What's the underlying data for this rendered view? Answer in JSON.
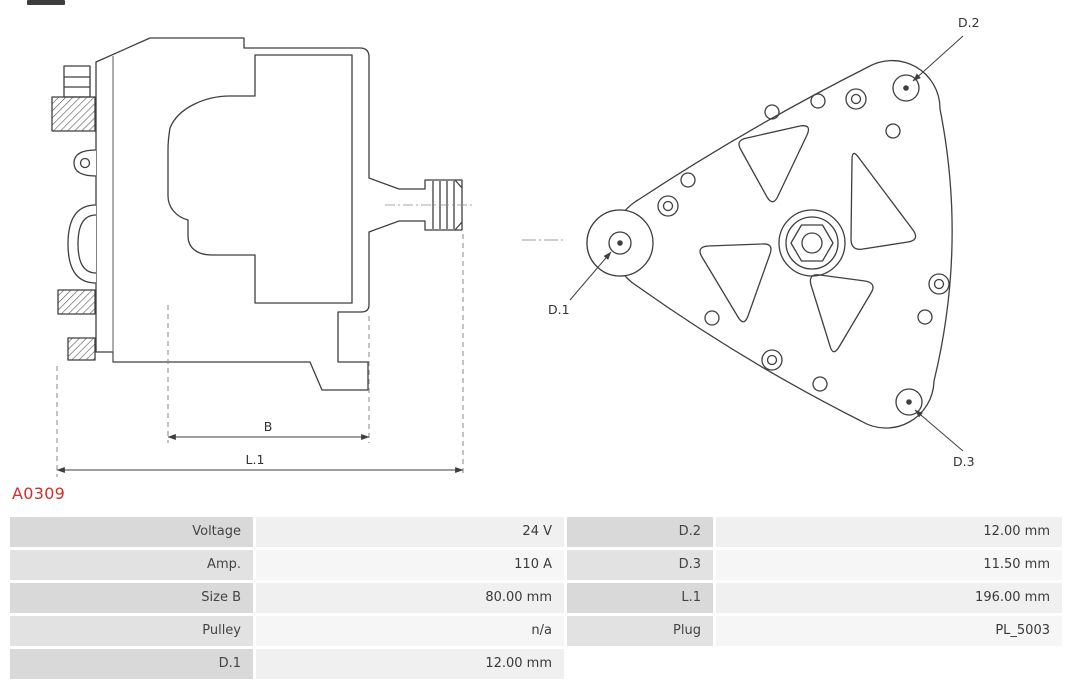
{
  "part_number": "A0309",
  "drawing": {
    "dim_b": "B",
    "dim_l1": "L.1",
    "d1": "D.1",
    "d2": "D.2",
    "d3": "D.3"
  },
  "spec_table": {
    "rows": [
      {
        "label_left": "Voltage",
        "value_left": "24 V",
        "label_right": "D.2",
        "value_right": "12.00 mm"
      },
      {
        "label_left": "Amp.",
        "value_left": "110 A",
        "label_right": "D.3",
        "value_right": "11.50 mm"
      },
      {
        "label_left": "Size B",
        "value_left": "80.00 mm",
        "label_right": "L.1",
        "value_right": "196.00 mm"
      },
      {
        "label_left": "Pulley",
        "value_left": "n/a",
        "label_right": "Plug",
        "value_right": "PL_5003"
      },
      {
        "label_left": "D.1",
        "value_left": "12.00 mm",
        "label_right": "",
        "value_right": ""
      }
    ]
  },
  "colors": {
    "part_number_red": "#d62b2b",
    "drawing_line": "#3f3f3f",
    "label_cell_bg": "#d9d9d9",
    "value_cell_bg": "#f0f0f0"
  }
}
